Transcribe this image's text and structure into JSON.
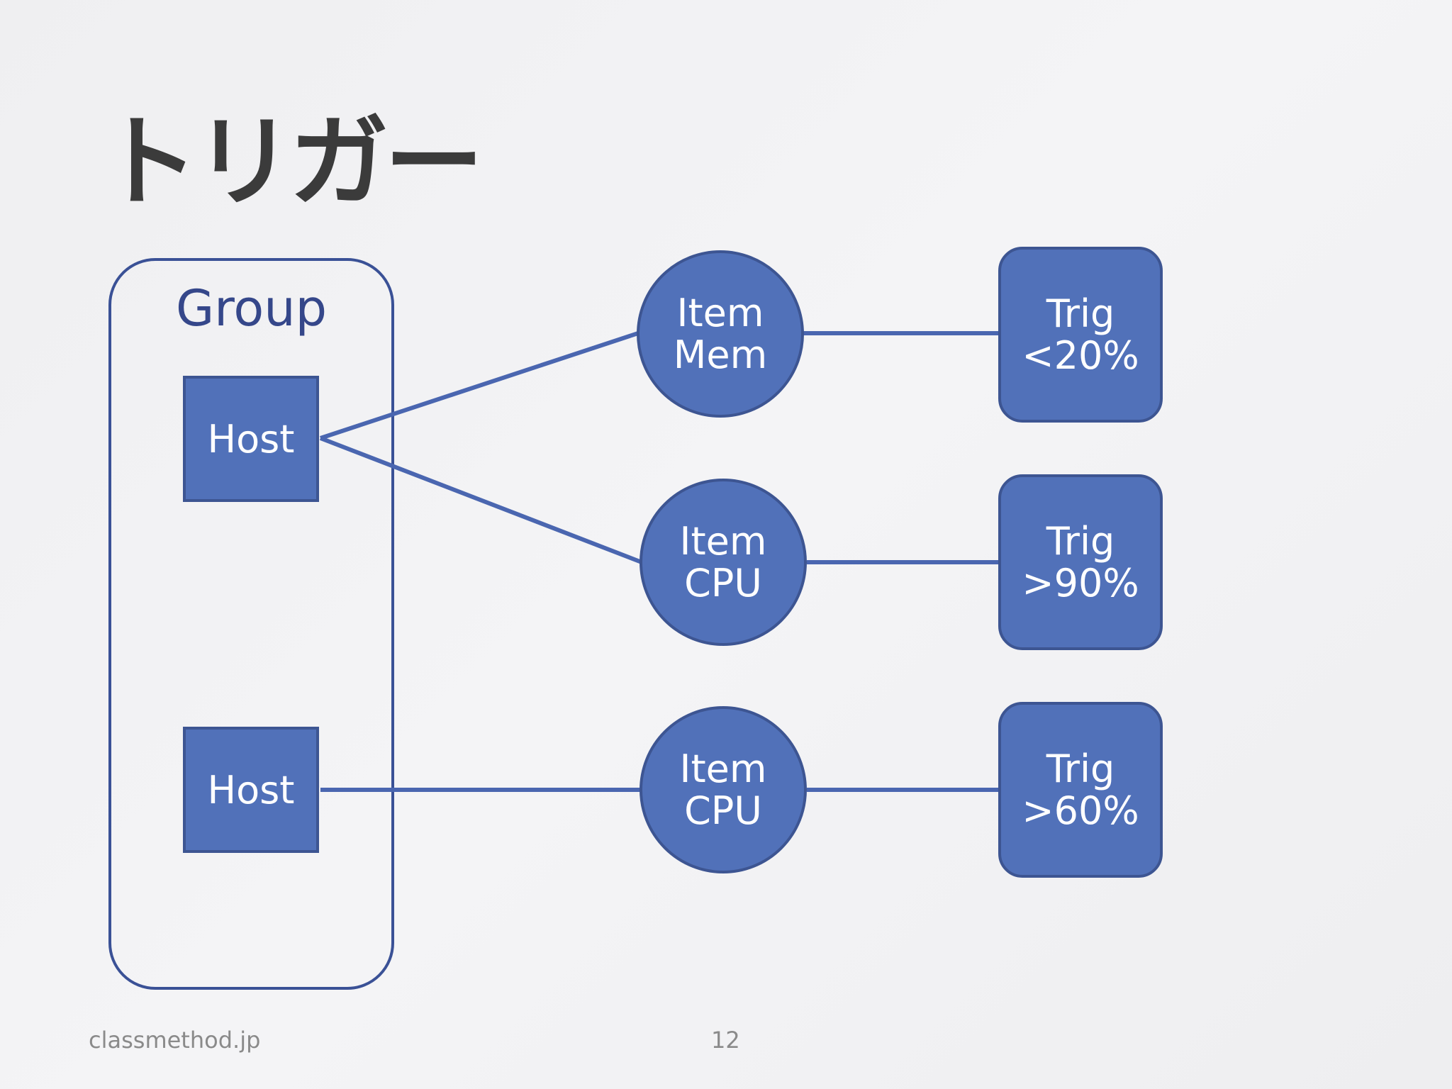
{
  "title": "トリガー",
  "group": {
    "label": "Group"
  },
  "hosts": [
    {
      "label": "Host"
    },
    {
      "label": "Host"
    }
  ],
  "items": [
    {
      "line1": "Item",
      "line2": "Mem"
    },
    {
      "line1": "Item",
      "line2": "CPU"
    },
    {
      "line1": "Item",
      "line2": "CPU"
    }
  ],
  "triggers": [
    {
      "line1": "Trig",
      "line2": "<20%"
    },
    {
      "line1": "Trig",
      "line2": ">90%"
    },
    {
      "line1": "Trig",
      "line2": ">60%"
    }
  ],
  "footer": {
    "site": "classmethod.jp",
    "page": "12"
  },
  "colors": {
    "node_fill": "#5171b9",
    "node_border": "#3d5592",
    "line": "#4a66b0",
    "group_border": "#3a5196"
  }
}
